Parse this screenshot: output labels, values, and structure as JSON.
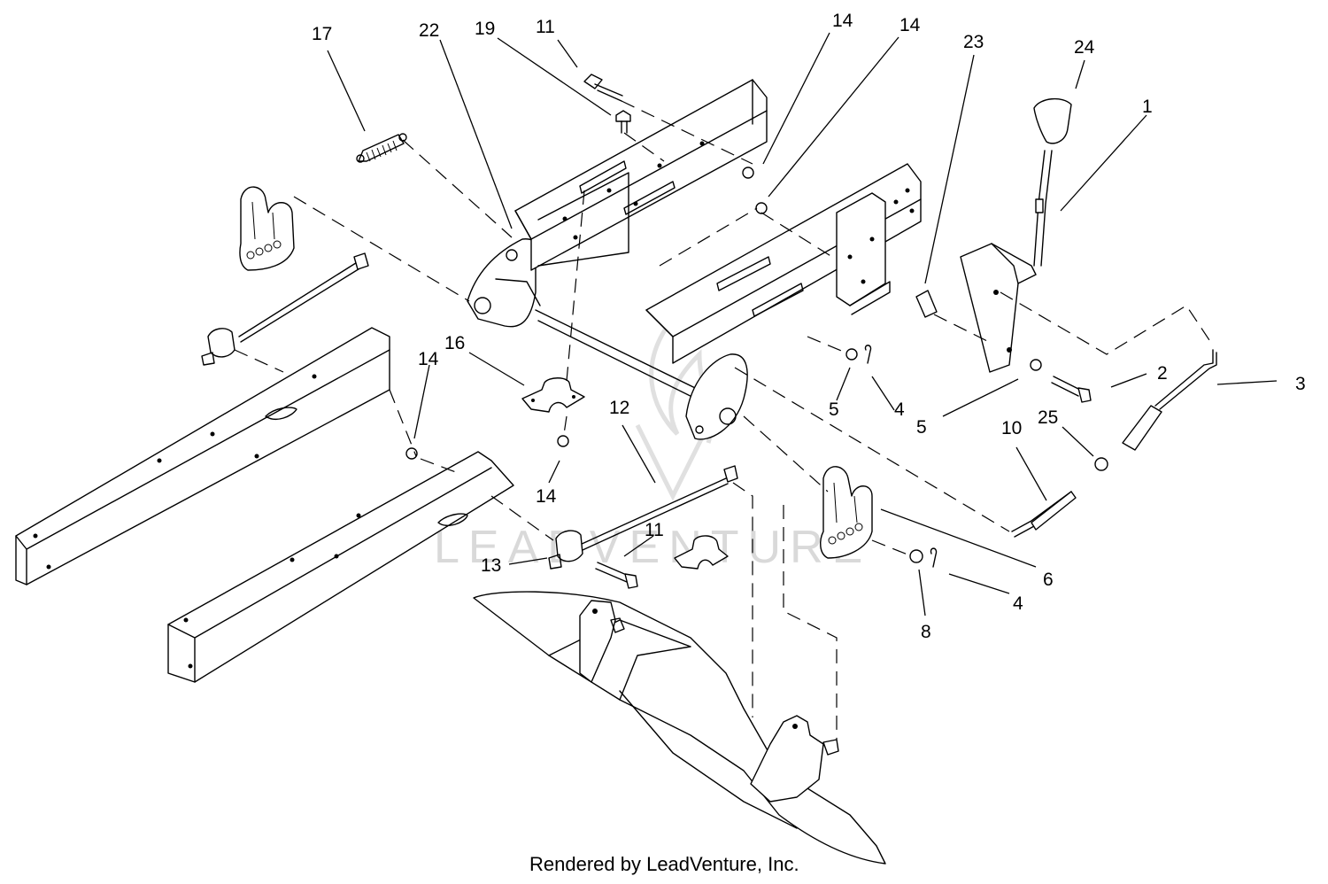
{
  "callouts": {
    "c17": "17",
    "c22": "22",
    "c19": "19",
    "c11a": "11",
    "c14a": "14",
    "c14b": "14",
    "c23": "23",
    "c24": "24",
    "c1": "1",
    "c2": "2",
    "c3": "3",
    "c5a": "5",
    "c4a": "4",
    "c5b": "5",
    "c10": "10",
    "c25": "25",
    "c16": "16",
    "c14c": "14",
    "c14d": "14",
    "c12": "12",
    "c11b": "11",
    "c13": "13",
    "c6": "6",
    "c4b": "4",
    "c8": "8"
  },
  "footer": {
    "credit": "Rendered by LeadVenture, Inc."
  },
  "watermark": {
    "text": "LEADVENTURE"
  }
}
